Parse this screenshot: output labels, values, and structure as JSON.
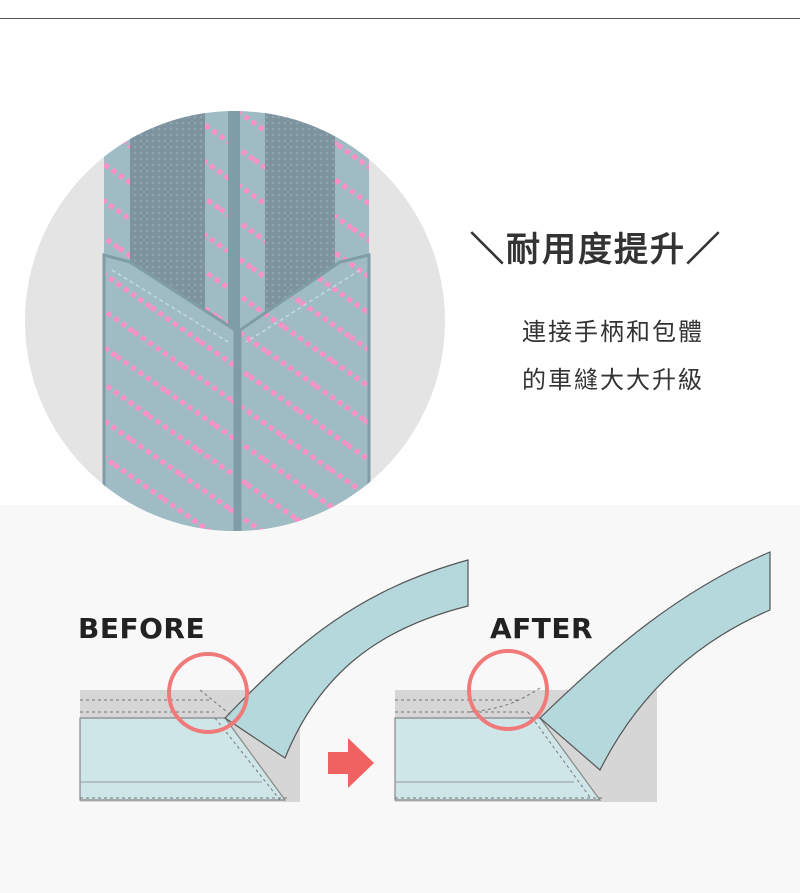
{
  "headline": {
    "left_slash": "＼",
    "text": "耐用度提升",
    "right_slash": "／"
  },
  "description": {
    "line1": "連接手柄和包體",
    "line2": "的車縫大大升級"
  },
  "comparison": {
    "before_label": "BEFORE",
    "after_label": "AFTER"
  },
  "colors": {
    "fabric": "#9fbcc4",
    "pink_pattern": "#ff8fc8",
    "webbing": "#7d939e",
    "strap_blue": "#b5d8dd",
    "base_gray": "#d6d6d6",
    "highlight_circle": "#f07a7a",
    "arrow": "#f06161"
  }
}
